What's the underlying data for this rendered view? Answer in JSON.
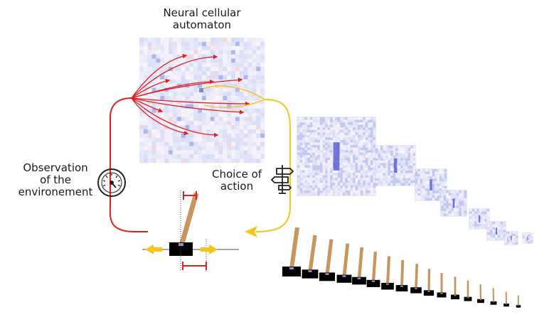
{
  "labels": {
    "nca_title_line1": "Neural cellular",
    "nca_title_line2": "automaton",
    "observation_line1": "Observation",
    "observation_line2": "of the",
    "observation_line3": "environement",
    "choice_line1": "Choice of",
    "choice_line2": "action"
  },
  "icons": {
    "observation": "gauge-icon",
    "choice": "signpost-icon",
    "push_left": "arrow-left-icon",
    "push_right": "arrow-right-icon"
  },
  "colors": {
    "observation_flow": "#e02020",
    "action_flow": "#f5c518",
    "push_arrows": "#f5c518",
    "measurement_bars": "#e02020",
    "cart": "#000000",
    "pole": "#c8955e",
    "grid_base": "#d7dcf6"
  }
}
